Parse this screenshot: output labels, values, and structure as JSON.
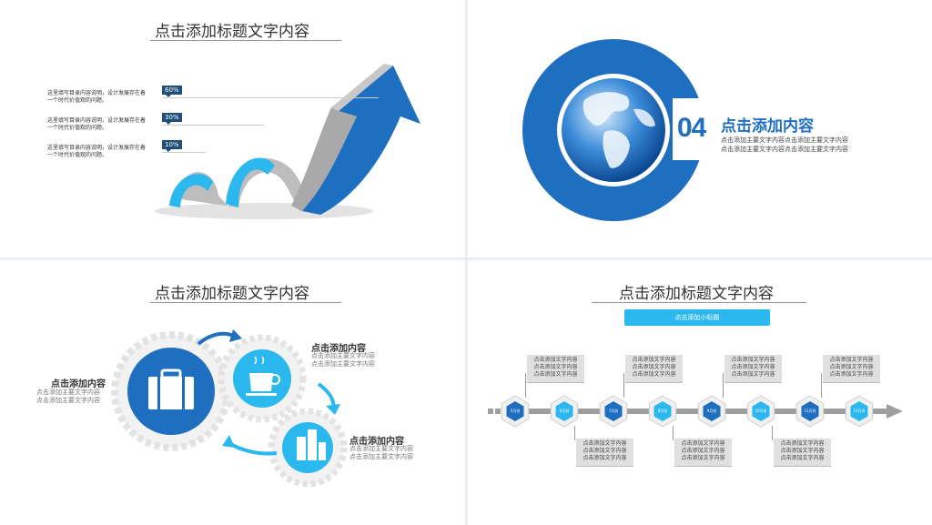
{
  "slide1": {
    "title": "点击添加标题文字内容",
    "items": [
      {
        "pct": "60%",
        "text": "这里填写目录内容说明，设计发展存在着一个时代价值观的问题。"
      },
      {
        "pct": "30%",
        "text": "这里填写目录内容说明，设计发展存在着一个时代价值观的问题。"
      },
      {
        "pct": "10%",
        "text": "这里填写目录内容说明，设计发展存在着一个时代价值观的问题。"
      }
    ],
    "colors": {
      "arrow_dark": "#1e6fc0",
      "arrow_light": "#2bb8ee",
      "shadow": "#bdbdbd"
    }
  },
  "slide2": {
    "number": "04",
    "title": "点击添加内容",
    "lines": [
      "点击添加主要文字内容点击添加主要文字内容",
      "点击添加主要文字内容点击添加主要文字内容"
    ],
    "colors": {
      "ring": "#1e6fc0",
      "globe_light": "#6fb2ee"
    }
  },
  "slide3": {
    "title": "点击添加标题文字内容",
    "blocks": [
      {
        "title": "点击添加内容",
        "lines": [
          "点击添加主要文字内容",
          "点击添加主要文字内容"
        ]
      },
      {
        "title": "点击添加内容",
        "lines": [
          "点击添加主要文字内容",
          "点击添加主要文字内容"
        ]
      },
      {
        "title": "点击添加内容",
        "lines": [
          "点击添加主要文字内容",
          "点击添加主要文字内容"
        ]
      }
    ],
    "icons": [
      "briefcase-icon",
      "coffee-cup-icon",
      "buildings-icon"
    ],
    "colors": {
      "gear_dark": "#1e6fc0",
      "gear_light": "#2bb8ee"
    }
  },
  "slide4": {
    "title": "点击添加标题文字内容",
    "subtitle_button": "点击添加小标题",
    "box_text": "点击添加文字内容\n点击添加文字内容\n点击添加文字内容",
    "milestones": [
      "5月份",
      "6月份",
      "7月份",
      "8月份",
      "9月份",
      "10月份",
      "11月份",
      "12月份"
    ],
    "colors": {
      "hex_dark": "#1e6fc0",
      "hex_light": "#2bb8ee",
      "track": "#9e9e9e"
    }
  }
}
